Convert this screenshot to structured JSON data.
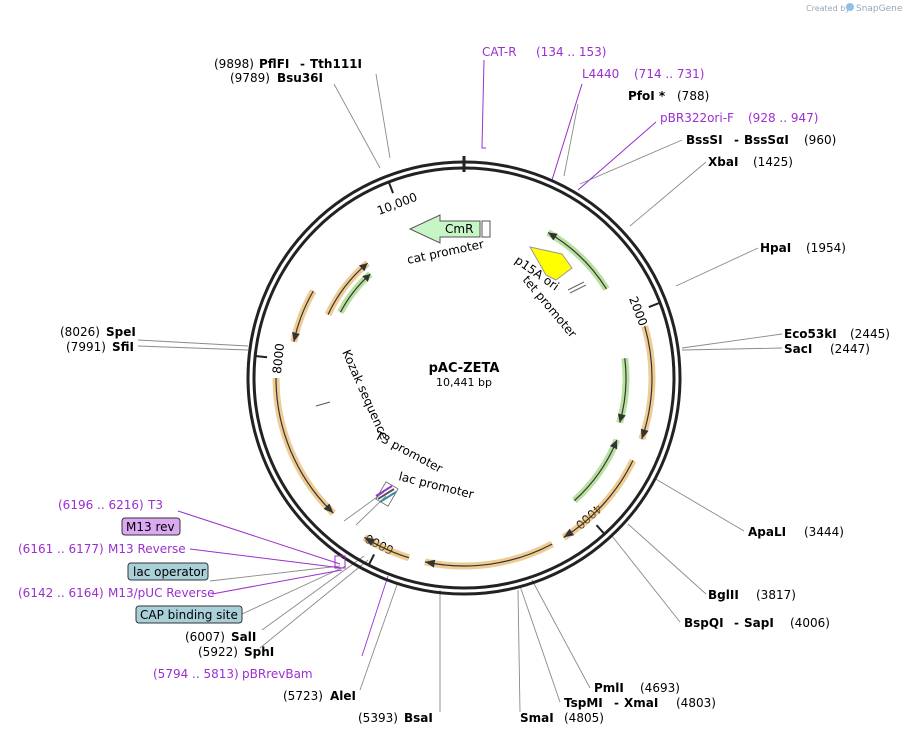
{
  "watermark": {
    "prefix": "Created by",
    "brand": "SnapGene"
  },
  "plasmid": {
    "name": "pAC-ZETA",
    "size_label": "10,441 bp"
  },
  "colors": {
    "backbone": "#222222",
    "feature_orange": "#e2a23c",
    "feature_green": "#7ec850",
    "primer": "#9b2fcf",
    "ori": "#ffff00",
    "cmr": "#c6f5c6",
    "box_purple": "#dba8f2",
    "box_blue": "#a9cfd9"
  },
  "ticks": [
    {
      "label": "10,000",
      "angle": -21
    },
    {
      "label": "2000",
      "angle": 69
    },
    {
      "label": "4000",
      "angle": 138
    },
    {
      "label": "6000",
      "angle": 207
    },
    {
      "label": "8000",
      "angle": 276
    }
  ],
  "inner_labels": {
    "cmr": "CmR",
    "cat_promoter": "cat promoter",
    "p15a_ori": "p15A ori",
    "tet_promoter": "tet promoter",
    "kozak": "Kozak sequence",
    "t3_promoter": "T3 promoter",
    "lac_promoter": "lac promoter"
  },
  "sites": [
    {
      "id": "pflfi",
      "pos": "(9898)",
      "name": "PflFI",
      "name2": "Tth111I"
    },
    {
      "id": "bsu36i",
      "pos": "(9789)",
      "name": "Bsu36I"
    },
    {
      "id": "catr",
      "name": "CAT-R",
      "pos": "(134 .. 153)"
    },
    {
      "id": "l4440",
      "name": "L4440",
      "pos": "(714 .. 731)"
    },
    {
      "id": "pfoi",
      "name": "PfoI *",
      "pos": "(788)"
    },
    {
      "id": "pbr322",
      "name": "pBR322ori-F",
      "pos": "(928 .. 947)"
    },
    {
      "id": "bsssi",
      "name": "BssSI",
      "name2": "BssSαI",
      "pos": "(960)"
    },
    {
      "id": "xbai",
      "name": "XbaI",
      "pos": "(1425)"
    },
    {
      "id": "hpai",
      "name": "HpaI",
      "pos": "(1954)"
    },
    {
      "id": "eco53ki",
      "name": "Eco53kI",
      "pos": "(2445)"
    },
    {
      "id": "saci",
      "name": "SacI",
      "pos": "(2447)"
    },
    {
      "id": "apali",
      "name": "ApaLI",
      "pos": "(3444)"
    },
    {
      "id": "bglii",
      "name": "BglII",
      "pos": "(3817)"
    },
    {
      "id": "bspqi",
      "name": "BspQI",
      "name2": "SapI",
      "pos": "(4006)"
    },
    {
      "id": "pmli",
      "name": "PmlI",
      "pos": "(4693)"
    },
    {
      "id": "tspmi",
      "name": "TspMI",
      "name2": "XmaI",
      "pos": "(4803)"
    },
    {
      "id": "smai",
      "name": "SmaI",
      "pos": "(4805)"
    },
    {
      "id": "bsai",
      "pos": "(5393)",
      "name": "BsaI"
    },
    {
      "id": "alei",
      "pos": "(5723)",
      "name": "AleI"
    },
    {
      "id": "pbrrevbam",
      "pos": "(5794 .. 5813)",
      "name": "pBRrevBam"
    },
    {
      "id": "sphi",
      "pos": "(5922)",
      "name": "SphI"
    },
    {
      "id": "sali",
      "pos": "(6007)",
      "name": "SalI"
    },
    {
      "id": "cap",
      "name": "CAP binding site"
    },
    {
      "id": "m13puc",
      "pos": "(6142 .. 6164)",
      "name": "M13/pUC Reverse"
    },
    {
      "id": "lacop",
      "name": "lac operator"
    },
    {
      "id": "m13reverse",
      "pos": "(6161 .. 6177)",
      "name": "M13 Reverse"
    },
    {
      "id": "m13rev",
      "name": "M13 rev"
    },
    {
      "id": "t3",
      "pos": "(6196 .. 6216)",
      "name": "T3"
    },
    {
      "id": "spei",
      "pos": "(8026)",
      "name": "SpeI"
    },
    {
      "id": "sfii",
      "pos": "(7991)",
      "name": "SfiI"
    }
  ]
}
